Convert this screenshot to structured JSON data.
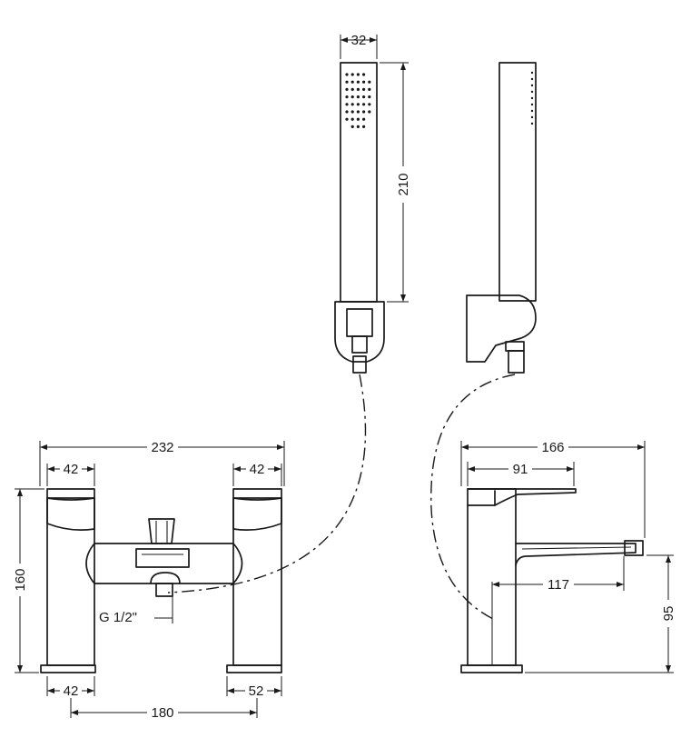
{
  "dimensions": {
    "handset_width": "32",
    "handset_length": "210",
    "front_overall_width": "232",
    "front_left_handle": "42",
    "front_right_handle": "42",
    "front_height": "160",
    "thread_size": "G 1/2\"",
    "front_left_base": "42",
    "front_right_base": "52",
    "centres": "180",
    "side_overall_depth": "166",
    "side_handle_depth": "91",
    "side_spout_reach": "117",
    "side_spout_height": "95"
  }
}
